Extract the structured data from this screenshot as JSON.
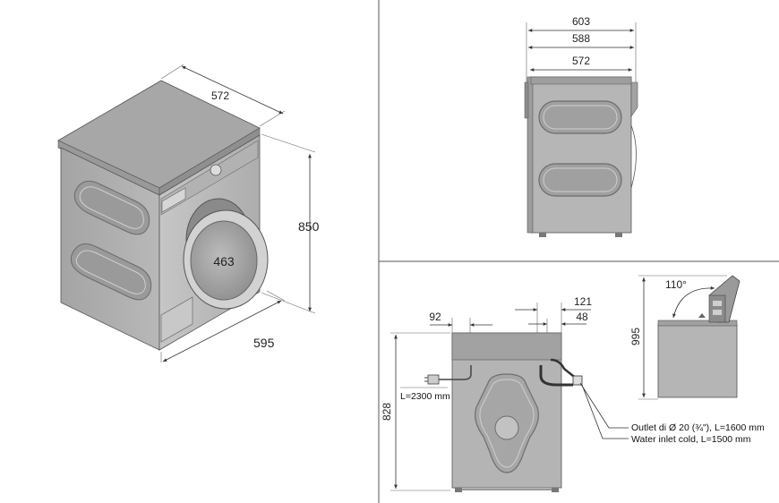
{
  "iso_view": {
    "dim_depth": "572",
    "dim_height": "850",
    "dim_width": "595",
    "dim_door": "463"
  },
  "side_view": {
    "dim_total": "603",
    "dim_mid": "588",
    "dim_body": "572"
  },
  "back_view": {
    "dim_left_offset": "92",
    "dim_right_offset": "121",
    "dim_right_inner": "48",
    "dim_height": "828",
    "cable_length": "L=2300 mm",
    "outlet_note": "Outlet di Ø 20 (¾\"), L=1600 mm",
    "inlet_note": "Water inlet cold, L=1500 mm"
  },
  "lid_view": {
    "angle": "110°",
    "dim_height": "995"
  },
  "colors": {
    "body_gray": "#b9b9b9",
    "top_gray": "#a9a9a9",
    "panel_gray": "#9c9c9c",
    "line": "#333333"
  }
}
